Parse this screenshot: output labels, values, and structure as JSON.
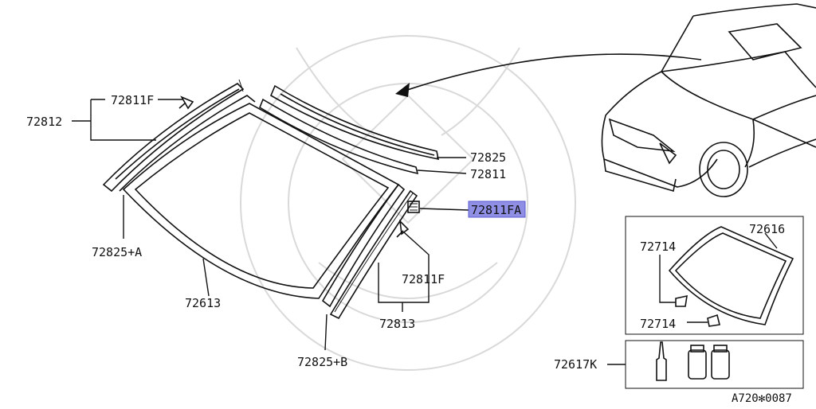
{
  "labels": {
    "p72811F_top": "72811F",
    "p72812": "72812",
    "p72825": "72825",
    "p72811": "72811",
    "p72811FA": "72811FA",
    "p72825A": "72825+A",
    "p72811F_right": "72811F",
    "p72613": "72613",
    "p72813": "72813",
    "p72825B": "72825+B",
    "p72616": "72616",
    "p72714_top": "72714",
    "p72714_bottom": "72714",
    "p72617K": "72617K",
    "diagram_code": "A720✻0087"
  },
  "colors": {
    "line": "#111111",
    "highlight": "#8f8fe6",
    "watermark": "#d9d9d9"
  }
}
